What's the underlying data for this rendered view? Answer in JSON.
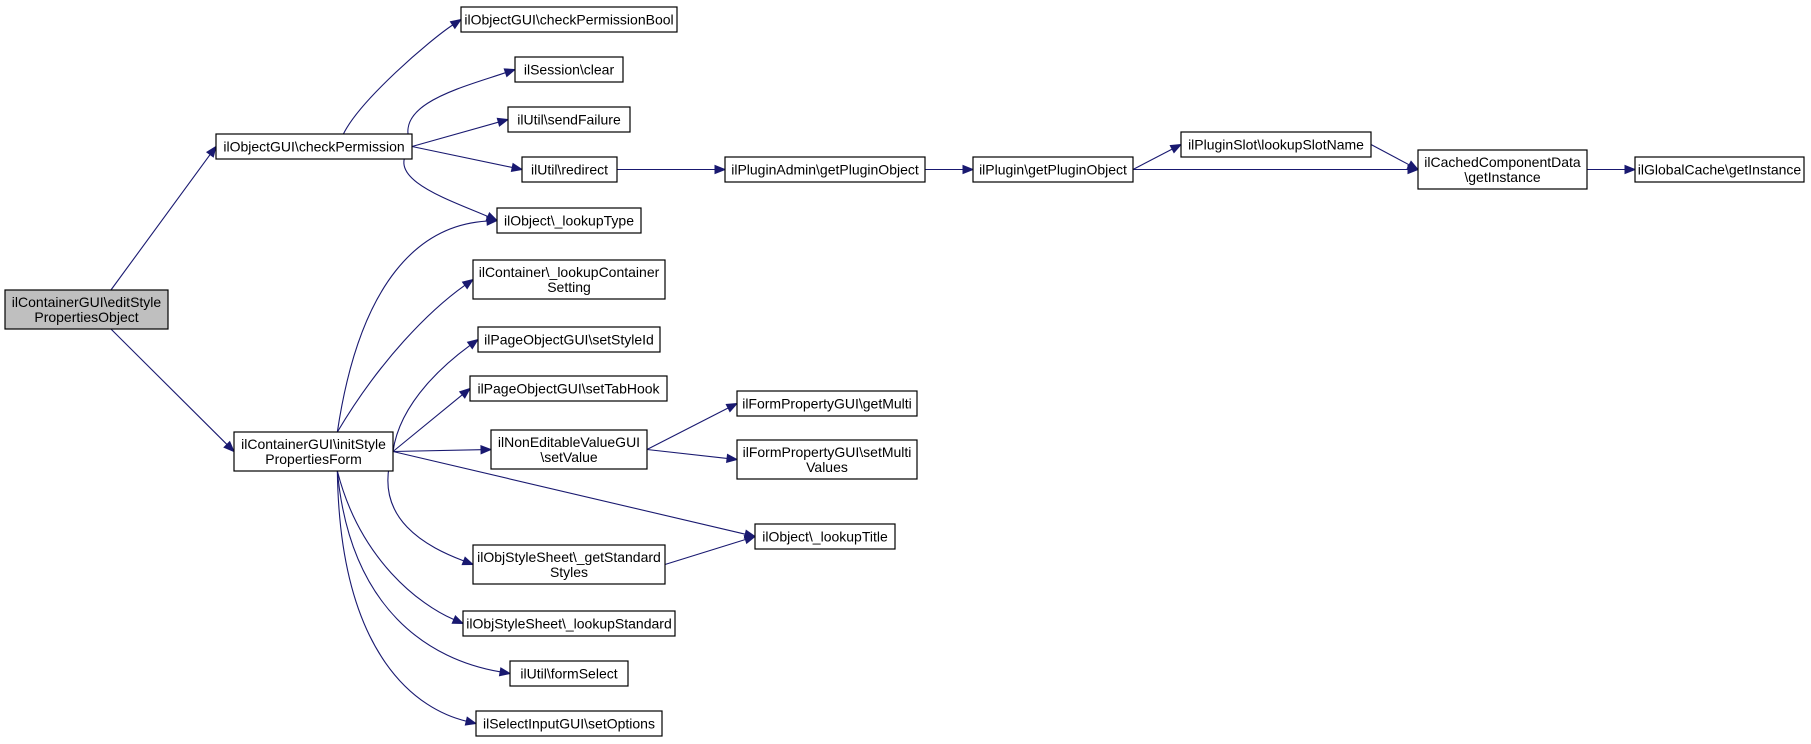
{
  "colors": {
    "edge": "#191970",
    "root_fill": "#bfbfbf",
    "node_fill": "#ffffff",
    "border": "#000000"
  },
  "nodes": [
    {
      "id": "root",
      "lines": [
        "ilContainerGUI\\editStyle",
        "PropertiesObject"
      ],
      "root": true
    },
    {
      "id": "checkPermission",
      "lines": [
        "ilObjectGUI\\checkPermission"
      ]
    },
    {
      "id": "initForm",
      "lines": [
        "ilContainerGUI\\initStyle",
        "PropertiesForm"
      ]
    },
    {
      "id": "checkPermissionBool",
      "lines": [
        "ilObjectGUI\\checkPermissionBool"
      ]
    },
    {
      "id": "sessionClear",
      "lines": [
        "ilSession\\clear"
      ]
    },
    {
      "id": "sendFailure",
      "lines": [
        "ilUtil\\sendFailure"
      ]
    },
    {
      "id": "redirect",
      "lines": [
        "ilUtil\\redirect"
      ]
    },
    {
      "id": "lookupType",
      "lines": [
        "ilObject\\_lookupType"
      ]
    },
    {
      "id": "lookupContainer",
      "lines": [
        "ilContainer\\_lookupContainer",
        "Setting"
      ]
    },
    {
      "id": "setStyleId",
      "lines": [
        "ilPageObjectGUI\\setStyleId"
      ]
    },
    {
      "id": "setTabHook",
      "lines": [
        "ilPageObjectGUI\\setTabHook"
      ]
    },
    {
      "id": "setValue",
      "lines": [
        "ilNonEditableValueGUI",
        "\\setValue"
      ]
    },
    {
      "id": "lookupTitle",
      "lines": [
        "ilObject\\_lookupTitle"
      ]
    },
    {
      "id": "getStandard",
      "lines": [
        "ilObjStyleSheet\\_getStandard",
        "Styles"
      ]
    },
    {
      "id": "lookupStandard",
      "lines": [
        "ilObjStyleSheet\\_lookupStandard"
      ]
    },
    {
      "id": "formSelect",
      "lines": [
        "ilUtil\\formSelect"
      ]
    },
    {
      "id": "setOptions",
      "lines": [
        "ilSelectInputGUI\\setOptions"
      ]
    },
    {
      "id": "pluginAdmin",
      "lines": [
        "ilPluginAdmin\\getPluginObject"
      ]
    },
    {
      "id": "plugin",
      "lines": [
        "ilPlugin\\getPluginObject"
      ]
    },
    {
      "id": "pluginSlot",
      "lines": [
        "ilPluginSlot\\lookupSlotName"
      ]
    },
    {
      "id": "cached",
      "lines": [
        "ilCachedComponentData",
        "\\getInstance"
      ]
    },
    {
      "id": "globalCache",
      "lines": [
        "ilGlobalCache\\getInstance"
      ]
    },
    {
      "id": "getMulti",
      "lines": [
        "ilFormPropertyGUI\\getMulti"
      ]
    },
    {
      "id": "setMulti",
      "lines": [
        "ilFormPropertyGUI\\setMulti",
        "Values"
      ]
    }
  ],
  "edges": [
    [
      "root",
      "checkPermission"
    ],
    [
      "root",
      "initForm"
    ],
    [
      "checkPermission",
      "checkPermissionBool"
    ],
    [
      "checkPermission",
      "sessionClear"
    ],
    [
      "checkPermission",
      "sendFailure"
    ],
    [
      "checkPermission",
      "redirect"
    ],
    [
      "checkPermission",
      "lookupType"
    ],
    [
      "redirect",
      "pluginAdmin"
    ],
    [
      "pluginAdmin",
      "plugin"
    ],
    [
      "plugin",
      "pluginSlot"
    ],
    [
      "plugin",
      "cached"
    ],
    [
      "pluginSlot",
      "cached"
    ],
    [
      "cached",
      "globalCache"
    ],
    [
      "initForm",
      "lookupType"
    ],
    [
      "initForm",
      "lookupContainer"
    ],
    [
      "initForm",
      "setStyleId"
    ],
    [
      "initForm",
      "setTabHook"
    ],
    [
      "initForm",
      "setValue"
    ],
    [
      "initForm",
      "lookupTitle"
    ],
    [
      "initForm",
      "getStandard"
    ],
    [
      "initForm",
      "lookupStandard"
    ],
    [
      "initForm",
      "formSelect"
    ],
    [
      "initForm",
      "setOptions"
    ],
    [
      "setValue",
      "getMulti"
    ],
    [
      "setValue",
      "setMulti"
    ],
    [
      "getStandard",
      "lookupTitle"
    ]
  ]
}
